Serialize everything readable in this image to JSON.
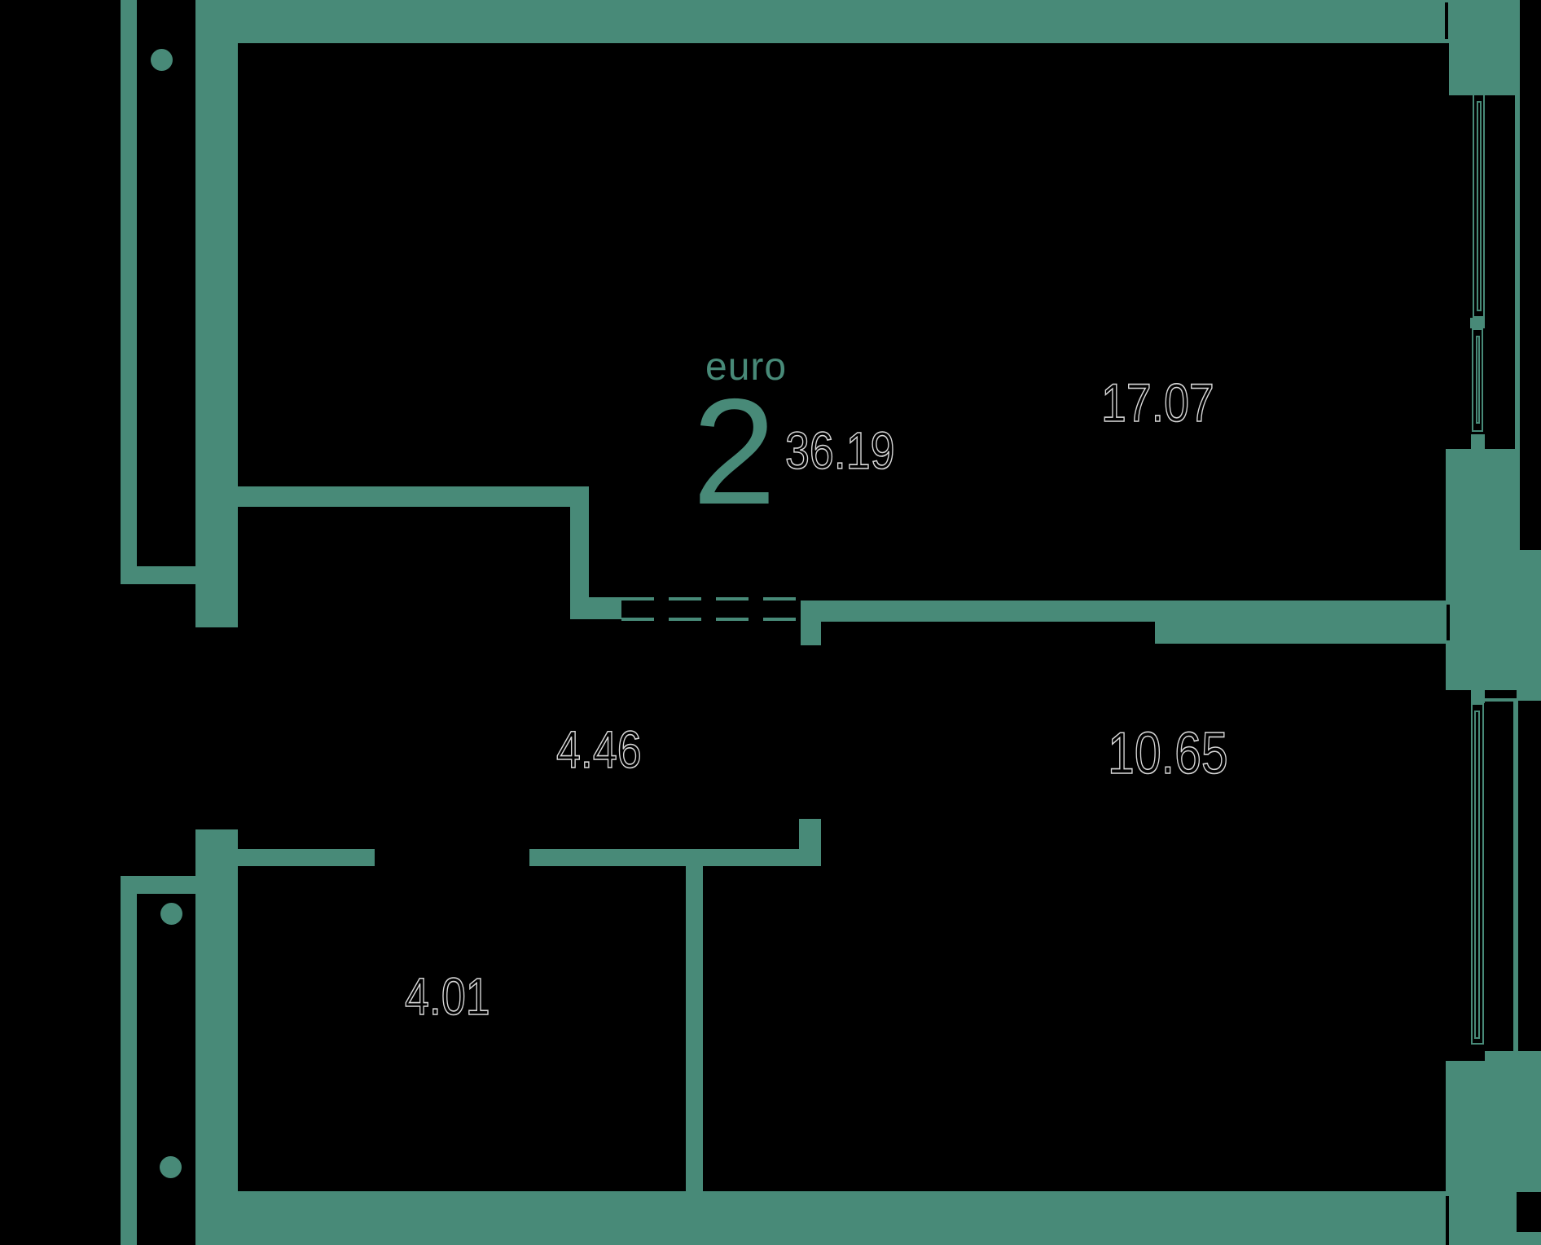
{
  "colors": {
    "wall": "#488a78",
    "background": "#000000",
    "outline_text": "#d9d9d9"
  },
  "unit": {
    "type_label": "euro",
    "rooms_count": "2",
    "total_area": "36.19"
  },
  "rooms": [
    {
      "id": "room-top",
      "area": "17.07"
    },
    {
      "id": "hallway",
      "area": "4.46"
    },
    {
      "id": "room-bottom-right",
      "area": "10.65"
    },
    {
      "id": "room-bottom-left",
      "area": "4.01"
    }
  ]
}
